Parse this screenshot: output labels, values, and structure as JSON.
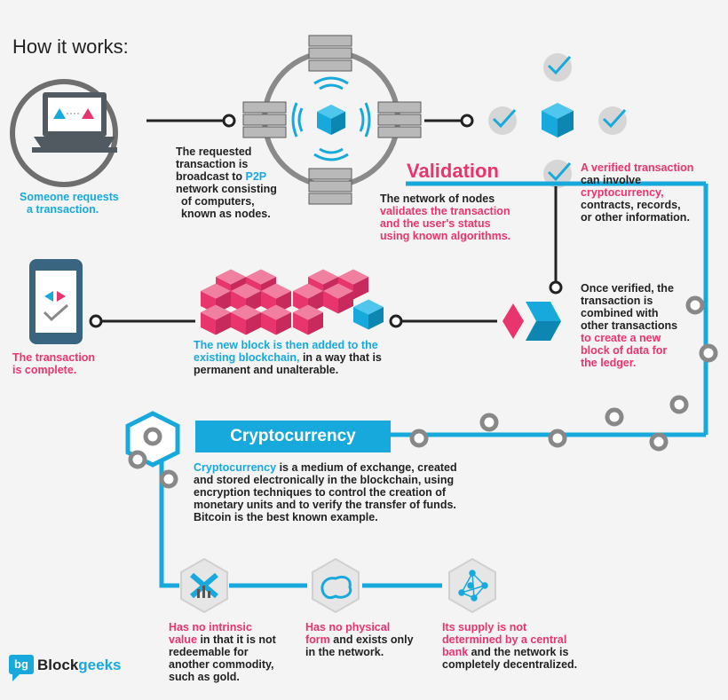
{
  "title": "How it works:",
  "colors": {
    "accent": "#17a9dc",
    "pink": "#e8356e",
    "gray": "#5a5a5a",
    "node": "#888888"
  },
  "step1": {
    "text": "Someone requests a transaction.",
    "line1": "Someone requests",
    "line2": "a transaction."
  },
  "step2": {
    "line1": "The requested",
    "line2": "transaction is",
    "line3a": "broadcast to ",
    "line3b": "P2P",
    "line4": "network consisting",
    "line5": "of computers,",
    "line6": "known as nodes."
  },
  "validation": {
    "heading": "Validation",
    "line1": "The network of nodes",
    "line2": "validates the transaction",
    "line3": "and the user's status",
    "line4": "using known algorithms."
  },
  "step4": {
    "line1a": "A verified transaction",
    "line2": "can involve",
    "line3": "cryptocurrency,",
    "line4": "contracts, records,",
    "line5": "or other information."
  },
  "step5": {
    "line1": "Once verified, the",
    "line2": "transaction is",
    "line3": "combined with",
    "line4": "other transactions",
    "line5": "to create a new",
    "line6": "block of data for",
    "line7": "the ledger."
  },
  "step6": {
    "line1": "The new block is then added to the",
    "line2a": "existing blockchain,",
    "line2b": " in a way that is",
    "line3": "permanent and unalterable."
  },
  "step7": {
    "line1": "The transaction",
    "line2": "is complete."
  },
  "crypto": {
    "heading": "Cryptocurrency",
    "line1a": "Cryptocurrency",
    "line1b": " is a medium of exchange, created",
    "line2": "and stored electronically in the blockchain, using",
    "line3": "encryption techniques to control the creation of",
    "line4": "monetary units and to verify the transfer of funds.",
    "line5": "Bitcoin is the best known example."
  },
  "features": [
    {
      "icon": "no-value-icon",
      "pink": "Has no intrinsic",
      "pink2": "value",
      "rest1": " in that it is not",
      "rest2": "redeemable for",
      "rest3": "another commodity,",
      "rest4": "such as gold."
    },
    {
      "icon": "map-shape-icon",
      "pink": "Has no physical",
      "pink2": "form",
      "rest1": " and exists only",
      "rest2": "in the network."
    },
    {
      "icon": "network-icon",
      "pink": "Its supply is not",
      "pink2": "determined by a central",
      "pink3": "bank",
      "rest1": " and the network is",
      "rest2": "completely decentralized."
    }
  ],
  "logo": {
    "mark": "bg",
    "name_a": "Block",
    "name_b": "geeks"
  }
}
